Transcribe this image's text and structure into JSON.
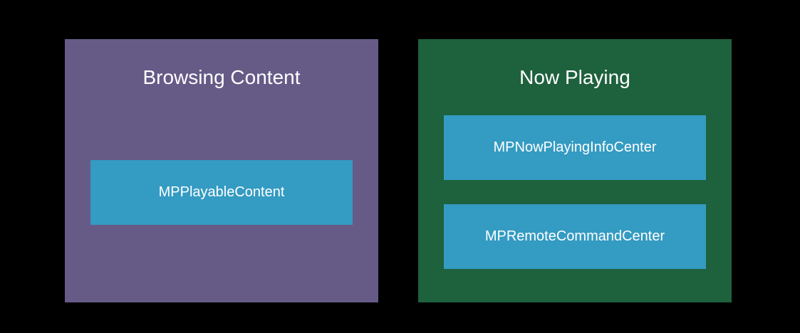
{
  "colors": {
    "background": "#000000",
    "browsing_panel": "#665b87",
    "nowplaying_panel": "#1e613d",
    "api_box": "#349bc2",
    "text": "#ffffff"
  },
  "panels": [
    {
      "title": "Browsing Content",
      "boxes": [
        "MPPlayableContent"
      ]
    },
    {
      "title": "Now Playing",
      "boxes": [
        "MPNowPlayingInfoCenter",
        "MPRemoteCommandCenter"
      ]
    }
  ]
}
